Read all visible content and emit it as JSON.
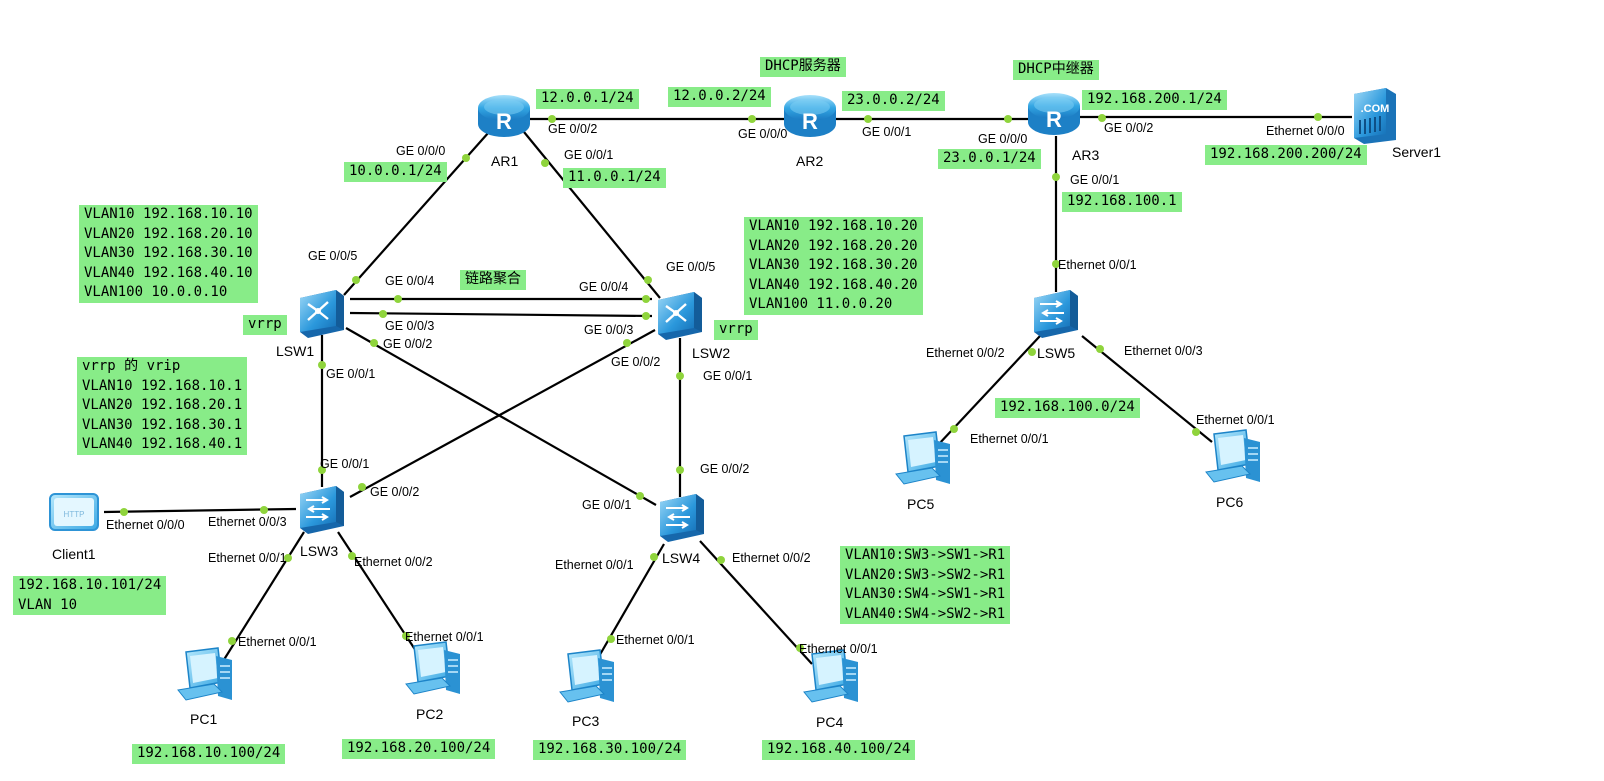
{
  "devices": {
    "ar1": "AR1",
    "ar2": "AR2",
    "ar3": "AR3",
    "lsw1": "LSW1",
    "lsw2": "LSW2",
    "lsw3": "LSW3",
    "lsw4": "LSW4",
    "lsw5": "LSW5",
    "server1": "Server1",
    "client1": "Client1",
    "pc1": "PC1",
    "pc2": "PC2",
    "pc3": "PC3",
    "pc4": "PC4",
    "pc5": "PC5",
    "pc6": "PC6",
    "server_logo": ".COM",
    "client_logo": "HTTP"
  },
  "ports": {
    "ar1_g002": "GE 0/0/2",
    "ar1_g000": "GE 0/0/0",
    "ar1_g001": "GE 0/0/1",
    "ar2_g000": "GE 0/0/0",
    "ar2_g001": "GE 0/0/1",
    "ar3_g000": "GE 0/0/0",
    "ar3_g002": "GE 0/0/2",
    "ar3_g001": "GE 0/0/1",
    "server_e000": "Ethernet 0/0/0",
    "lsw1_g005": "GE 0/0/5",
    "lsw1_g004": "GE 0/0/4",
    "lsw1_g003": "GE 0/0/3",
    "lsw1_g002": "GE 0/0/2",
    "lsw1_g001": "GE 0/0/1",
    "lsw2_g005": "GE 0/0/5",
    "lsw2_g004": "GE 0/0/4",
    "lsw2_g003": "GE 0/0/3",
    "lsw2_g002": "GE 0/0/2",
    "lsw2_g001": "GE 0/0/1",
    "lsw3_g001": "GE 0/0/1",
    "lsw3_g002": "GE 0/0/2",
    "lsw3_e003": "Ethernet 0/0/3",
    "lsw3_e001": "Ethernet 0/0/1",
    "lsw3_e002": "Ethernet 0/0/2",
    "client_e000": "Ethernet 0/0/0",
    "lsw4_g002": "GE 0/0/2",
    "lsw4_g001": "GE 0/0/1",
    "lsw4_e001": "Ethernet 0/0/1",
    "lsw4_e002": "Ethernet 0/0/2",
    "lsw5_e001": "Ethernet 0/0/1",
    "lsw5_e002": "Ethernet 0/0/2",
    "lsw5_e003": "Ethernet 0/0/3",
    "pc1_e001": "Ethernet 0/0/1",
    "pc2_e001": "Ethernet 0/0/1",
    "pc3_e001": "Ethernet 0/0/1",
    "pc4_e001": "Ethernet 0/0/1",
    "pc5_e001": "Ethernet 0/0/1",
    "pc6_e001": "Ethernet 0/0/1"
  },
  "notes": {
    "dhcp_server": "DHCP服务器",
    "dhcp_relay": "DHCP中继器",
    "ar1_ip12": "12.0.0.1/24",
    "ar2_ip12": "12.0.0.2/24",
    "ar2_ip23": "23.0.0.2/24",
    "ar3_ip23": "23.0.0.1/24",
    "ar3_ip200": "192.168.200.1/24",
    "server_ip": "192.168.200.200/24",
    "ar1_ip10": "10.0.0.1/24",
    "ar1_ip11": "11.0.0.1/24",
    "ar3_ip100": "192.168.100.1",
    "lsw1_vlans": "VLAN10 192.168.10.10\nVLAN20 192.168.20.10\nVLAN30 192.168.30.10\nVLAN40 192.168.40.10\nVLAN100 10.0.0.10",
    "lsw2_vlans": "VLAN10 192.168.10.20\nVLAN20 192.168.20.20\nVLAN30 192.168.30.20\nVLAN40 192.168.40.20\nVLAN100 11.0.0.20",
    "link_agg": "链路聚合",
    "vrrp1": "vrrp",
    "vrrp2": "vrrp",
    "vrip": "vrrp 的 vrip\nVLAN10 192.168.10.1\nVLAN20 192.168.20.1\nVLAN30 192.168.30.1\nVLAN40 192.168.40.1",
    "lsw5_net": "192.168.100.0/24",
    "client_ip": "192.168.10.101/24\nVLAN 10",
    "paths": "VLAN10:SW3->SW1->R1\nVLAN20:SW3->SW2->R1\nVLAN30:SW4->SW1->R1\nVLAN40:SW4->SW2->R1",
    "pc1_ip": "192.168.10.100/24",
    "pc2_ip": "192.168.20.100/24",
    "pc3_ip": "192.168.30.100/24",
    "pc4_ip": "192.168.40.100/24"
  },
  "colors": {
    "note_bg": "#88ec88",
    "port_dot": "#8fd43c",
    "device_blue": "#2d9ee0"
  }
}
